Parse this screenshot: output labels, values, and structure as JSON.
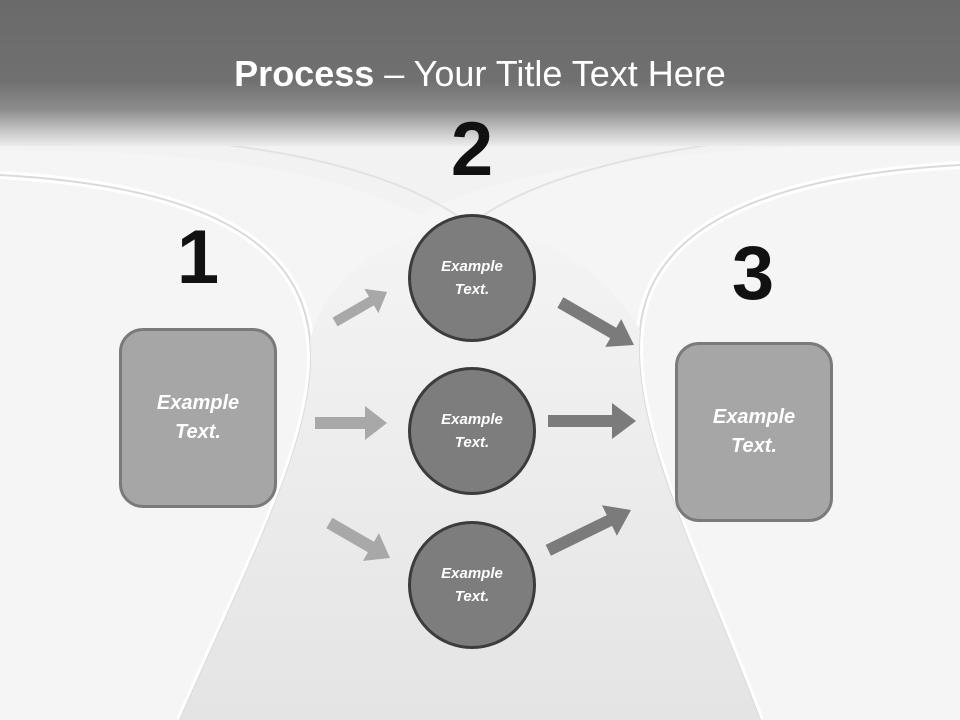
{
  "title": {
    "bold": "Process",
    "rest": " – Your Title Text Here"
  },
  "steps": [
    {
      "number": "1",
      "label": "Example\nText."
    },
    {
      "number": "2",
      "label": "Example\nText."
    },
    {
      "number": "3",
      "label": "Example\nText."
    }
  ],
  "circles": [
    {
      "label": "Example\nText."
    },
    {
      "label": "Example\nText."
    },
    {
      "label": "Example\nText."
    }
  ],
  "colors": {
    "title_band": "#6e6e6e",
    "box_fill": "#a6a6a6",
    "circle_fill": "#7d7d7d",
    "arrow_light": "#a8a8a8",
    "arrow_dark": "#7b7b7b"
  }
}
